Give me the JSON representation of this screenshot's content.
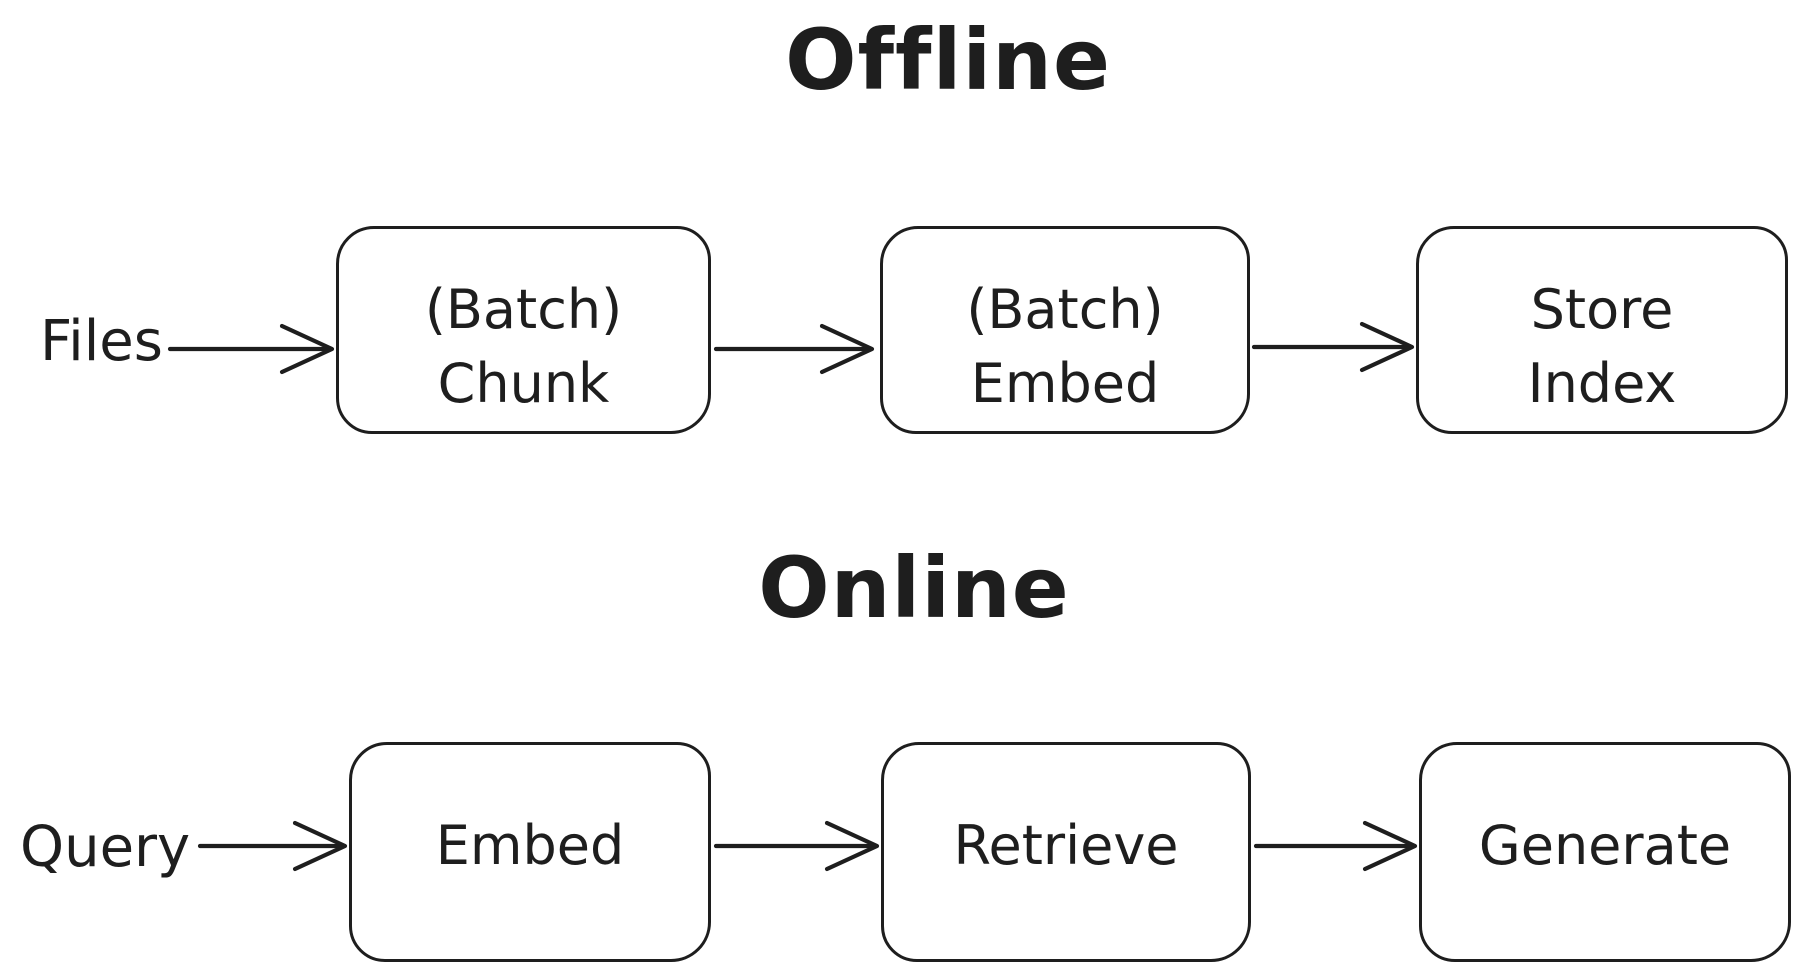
{
  "diagram": {
    "background": "#ffffff",
    "stroke_color": "#1e1e1e",
    "style": "hand-drawn flowchart",
    "sections": [
      {
        "title": "Offline",
        "source_label": "Files",
        "nodes": [
          {
            "lines": [
              "(Batch)",
              "Chunk"
            ]
          },
          {
            "lines": [
              "(Batch)",
              "Embed"
            ]
          },
          {
            "lines": [
              "Store",
              "Index"
            ]
          }
        ],
        "flows": [
          {
            "from": "Files",
            "to": "(Batch) Chunk"
          },
          {
            "from": "(Batch) Chunk",
            "to": "(Batch) Embed"
          },
          {
            "from": "(Batch) Embed",
            "to": "Store Index"
          }
        ]
      },
      {
        "title": "Online",
        "source_label": "Query",
        "nodes": [
          {
            "lines": [
              "Embed"
            ]
          },
          {
            "lines": [
              "Retrieve"
            ]
          },
          {
            "lines": [
              "Generate"
            ]
          }
        ],
        "flows": [
          {
            "from": "Query",
            "to": "Embed"
          },
          {
            "from": "Embed",
            "to": "Retrieve"
          },
          {
            "from": "Retrieve",
            "to": "Generate"
          }
        ]
      }
    ]
  }
}
